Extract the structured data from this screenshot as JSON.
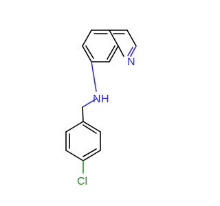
{
  "molecule": {
    "atoms": {
      "ring_nitrogen": "N",
      "amine_nitrogen": "N",
      "amine_hydrogen": "H",
      "chlorine": "Cl"
    },
    "colors": {
      "nitrogen": "#2a2ad8",
      "chlorine": "#1f8f1f",
      "bond": "#000000",
      "background": "#ffffff"
    }
  }
}
